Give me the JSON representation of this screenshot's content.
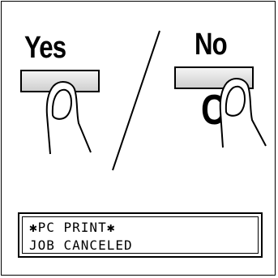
{
  "panel": {
    "yes_label": "Yes",
    "no_label": "No",
    "clear_label": "C"
  },
  "display": {
    "line1": "✱PC PRINT✱",
    "line2": "JOB CANCELED"
  }
}
